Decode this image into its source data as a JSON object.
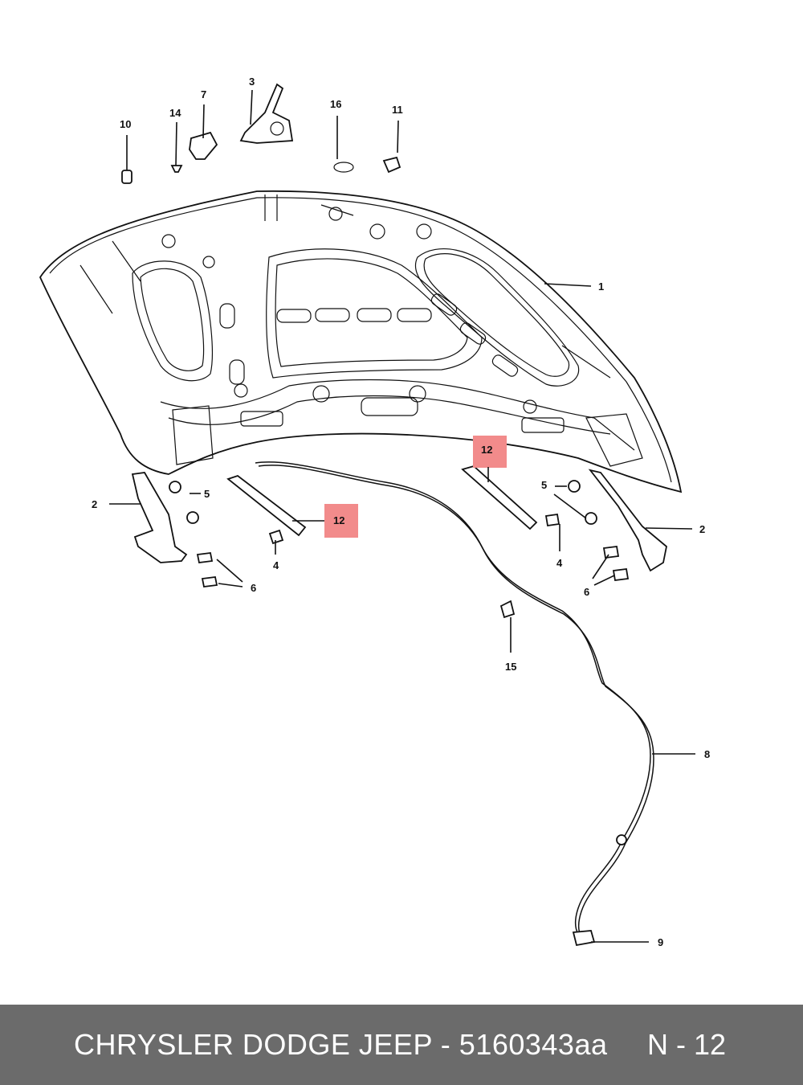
{
  "callouts": {
    "c1": "1",
    "c2a": "2",
    "c2b": "2",
    "c3": "3",
    "c4a": "4",
    "c4b": "4",
    "c5a": "5",
    "c5b": "5",
    "c6a": "6",
    "c6b": "6",
    "c7": "7",
    "c8": "8",
    "c9": "9",
    "c10": "10",
    "c11": "11",
    "c12a": "12",
    "c12b": "12",
    "c14": "14",
    "c15": "15",
    "c16": "16"
  },
  "highlight_color": "#f28b8b",
  "footer": {
    "title": "CHRYSLER DODGE JEEP - 5160343aa",
    "page": "N - 12",
    "background": "#6b6b6b"
  }
}
